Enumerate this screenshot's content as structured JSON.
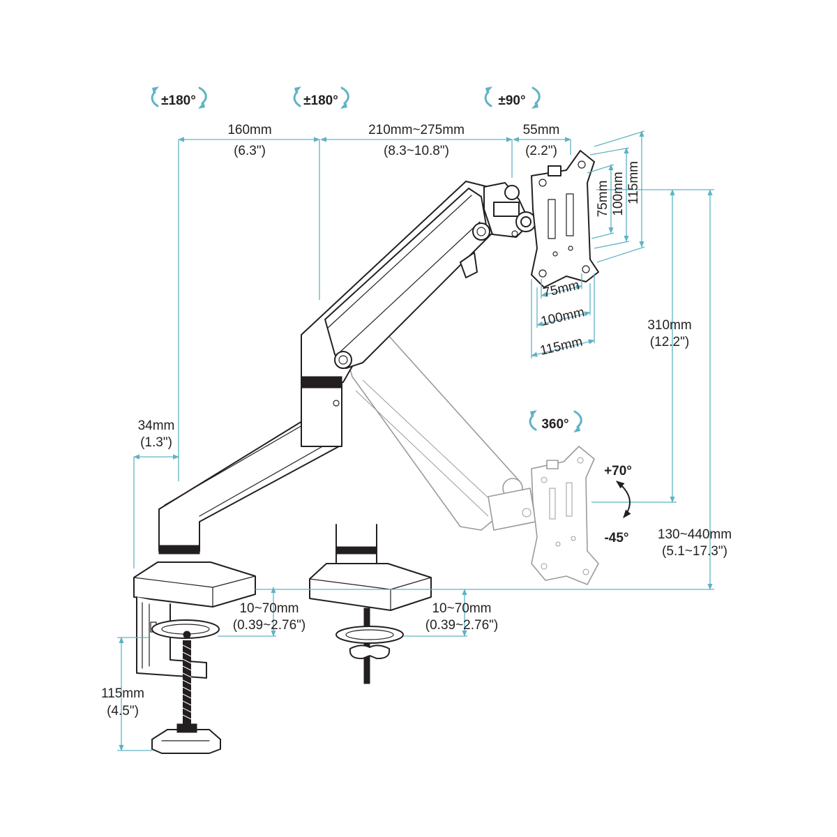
{
  "rotations": {
    "base_joint": "±180°",
    "elbow_joint": "±180°",
    "head_rotate": "±90°",
    "vesa_rotate": "360°"
  },
  "tilt": {
    "up": "+70°",
    "down": "-45°"
  },
  "dimensions": {
    "lower_arm": {
      "metric": "160mm",
      "imperial": "(6.3\")"
    },
    "upper_arm": {
      "metric": "210mm~275mm",
      "imperial": "(8.3~10.8\")"
    },
    "head": {
      "metric": "55mm",
      "imperial": "(2.2\")"
    },
    "offset": {
      "metric": "34mm",
      "imperial": "(1.3\")"
    },
    "vertical_travel": {
      "metric": "310mm",
      "imperial": "(12.2\")"
    },
    "height_range": {
      "metric": "130~440mm",
      "imperial": "(5.1~17.3\")"
    },
    "clamp_desk": {
      "metric": "10~70mm",
      "imperial": "(0.39~2.76\")"
    },
    "grommet_desk": {
      "metric": "10~70mm",
      "imperial": "(0.39~2.76\")"
    },
    "clamp_height": {
      "metric": "115mm",
      "imperial": "(4.5\")"
    },
    "vesa_vertical": [
      "75mm",
      "100mm",
      "115mm"
    ],
    "vesa_horizontal": [
      "75mm",
      "100mm",
      "115mm"
    ]
  },
  "colors": {
    "dimension_line": "#5fb3c4",
    "ink": "#231f20",
    "ghost": "#9a9a9a"
  }
}
